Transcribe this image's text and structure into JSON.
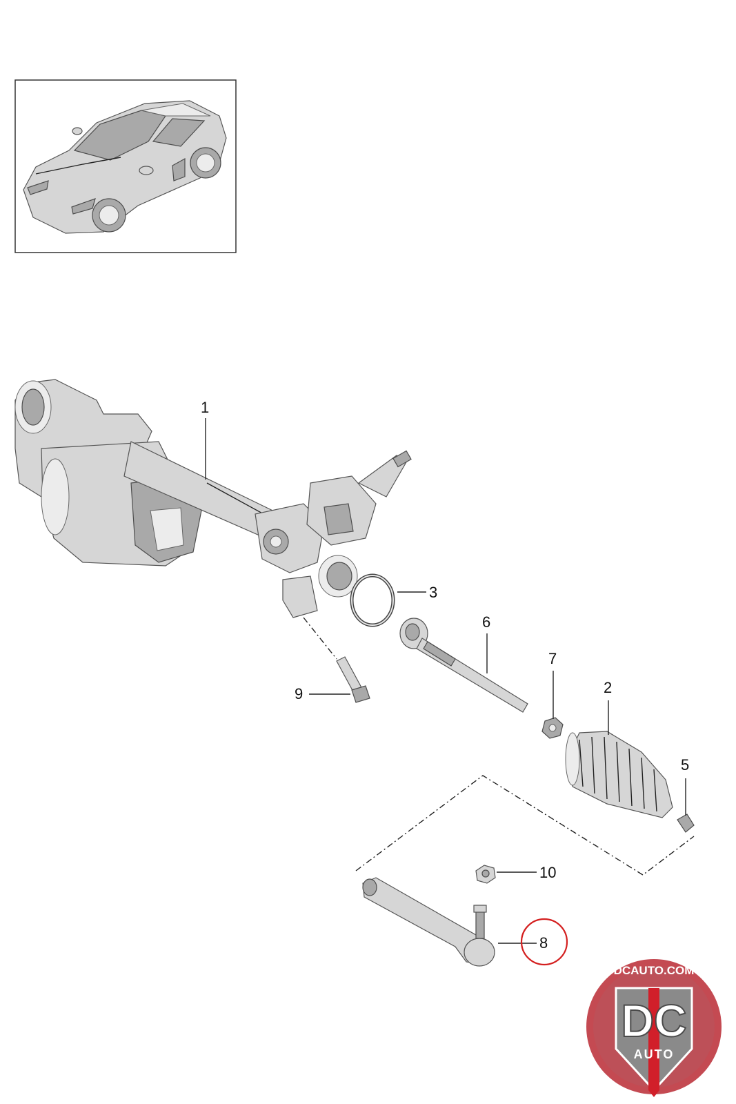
{
  "callouts": [
    {
      "id": "1",
      "label": "1"
    },
    {
      "id": "2",
      "label": "2"
    },
    {
      "id": "3",
      "label": "3"
    },
    {
      "id": "5",
      "label": "5"
    },
    {
      "id": "6",
      "label": "6"
    },
    {
      "id": "7",
      "label": "7"
    },
    {
      "id": "8",
      "label": "8",
      "highlighted": true
    },
    {
      "id": "9",
      "label": "9"
    },
    {
      "id": "10",
      "label": "10"
    }
  ],
  "highlight_color": "#d42020",
  "logo": {
    "top_text": "DCAUTO.COM",
    "main_text": "DC",
    "bottom_text": "AUTO",
    "colors": {
      "ring": "#c44a52",
      "shield": "#8a8a8a",
      "accent": "#d11f2a"
    }
  },
  "icons": {
    "vehicle_thumbnail": "sports-car-icon"
  }
}
